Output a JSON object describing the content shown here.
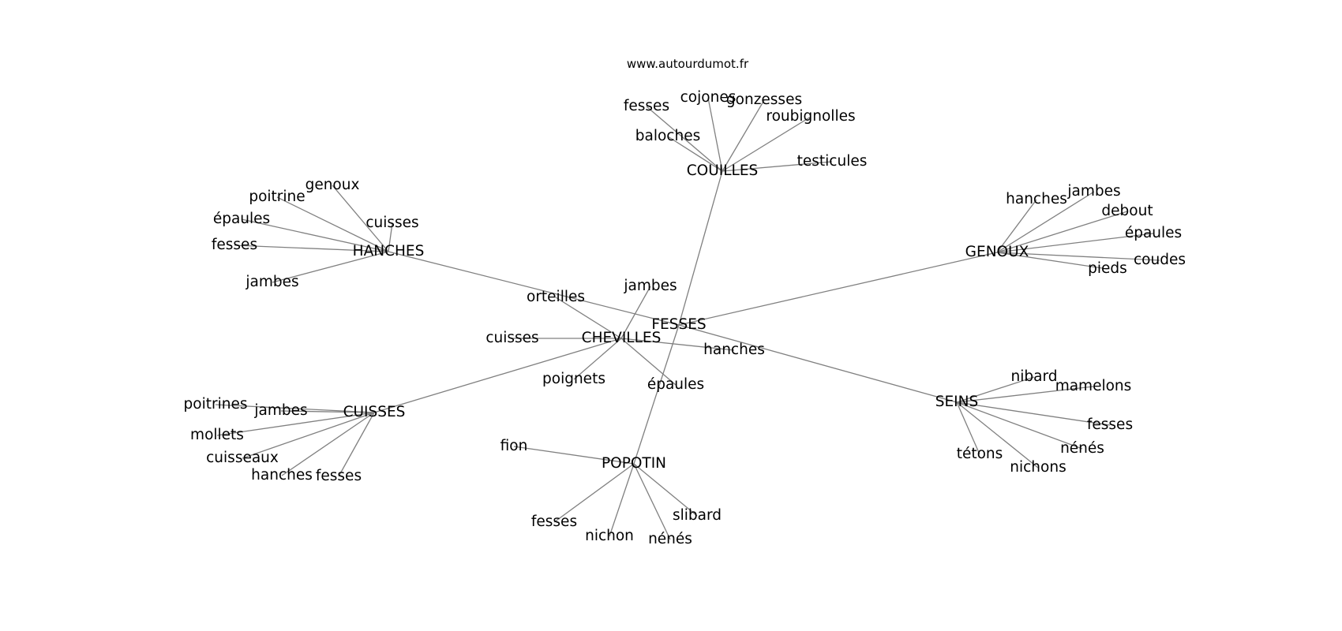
{
  "watermark": "www.autourdumot.fr",
  "graph": {
    "center": "FESSES",
    "hubs": [
      {
        "id": "COUILLES",
        "label": "COUILLES",
        "leaves": [
          "fesses",
          "cojones",
          "gonzesses",
          "roubignolles",
          "baloches",
          "testicules"
        ]
      },
      {
        "id": "HANCHES",
        "label": "HANCHES",
        "leaves": [
          "genoux",
          "poitrine",
          "épaules",
          "cuisses",
          "fesses",
          "jambes"
        ]
      },
      {
        "id": "GENOUX",
        "label": "GENOUX",
        "leaves": [
          "hanches",
          "jambes",
          "debout",
          "épaules",
          "coudes",
          "pieds"
        ]
      },
      {
        "id": "CHEVILLES",
        "label": "CHEVILLES",
        "leaves": [
          "orteilles",
          "jambes",
          "cuisses",
          "hanches",
          "poignets",
          "épaules"
        ]
      },
      {
        "id": "CUISSES",
        "label": "CUISSES",
        "leaves": [
          "poitrines",
          "jambes",
          "mollets",
          "cuisseaux",
          "hanches",
          "fesses"
        ]
      },
      {
        "id": "SEINS",
        "label": "SEINS",
        "leaves": [
          "nibard",
          "mamelons",
          "fesses",
          "nénés",
          "tétons",
          "nichons"
        ]
      },
      {
        "id": "POPOTIN",
        "label": "POPOTIN",
        "leaves": [
          "fion",
          "fesses",
          "nichon",
          "nénés",
          "slibard"
        ]
      }
    ],
    "edges": [
      [
        "FESSES",
        "COUILLES"
      ],
      [
        "FESSES",
        "HANCHES"
      ],
      [
        "FESSES",
        "GENOUX"
      ],
      [
        "FESSES",
        "SEINS"
      ],
      [
        "FESSES",
        "POPOTIN"
      ],
      [
        "CHEVILLES",
        "CUISSES"
      ]
    ]
  }
}
